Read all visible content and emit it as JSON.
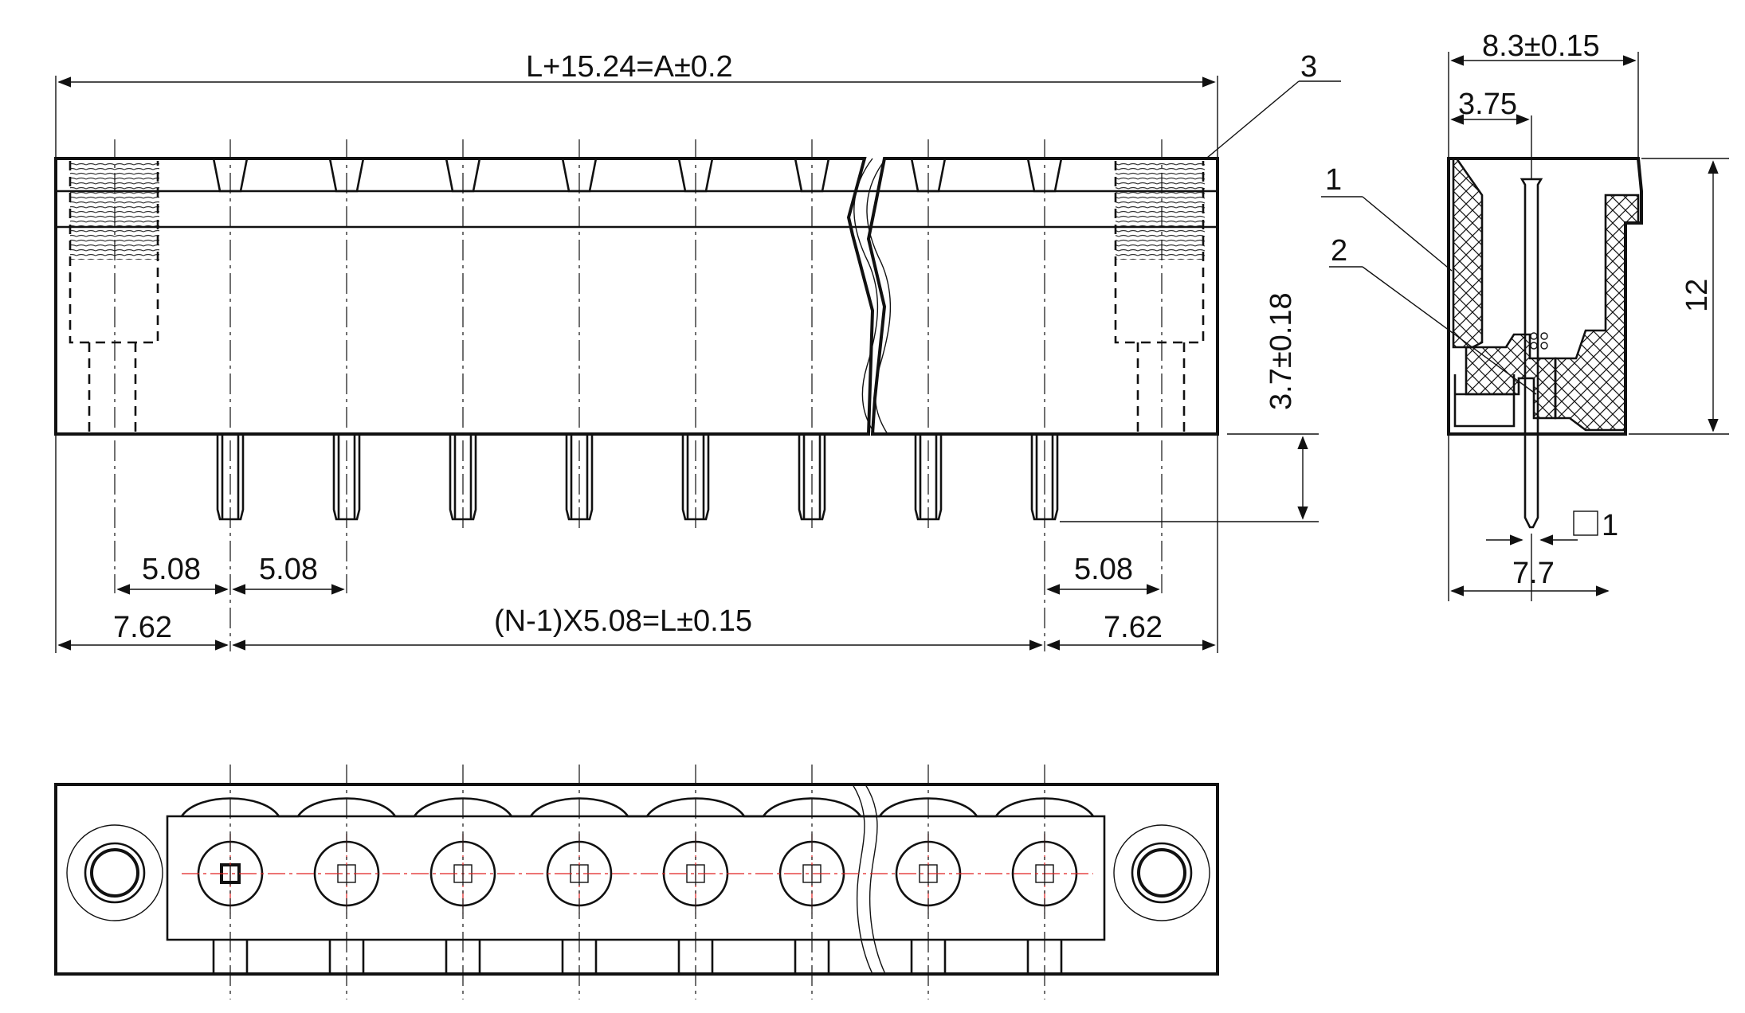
{
  "drawing": {
    "dims": {
      "overall_length": "L+15.24=A±0.2",
      "pitch_left_1": "5.08",
      "pitch_left_2": "5.08",
      "pitch_right": "5.08",
      "edge_left": "7.62",
      "edge_right": "7.62",
      "pitch_total": "(N-1)X5.08=L±0.15",
      "pin_length": "3.7±0.18",
      "side_width": "8.3±0.15",
      "side_offset": "3.75",
      "side_height": "12",
      "side_base": "7.7",
      "pin_square": "1"
    },
    "callouts": {
      "part_1": "1",
      "part_2": "2",
      "part_3": "3"
    }
  }
}
